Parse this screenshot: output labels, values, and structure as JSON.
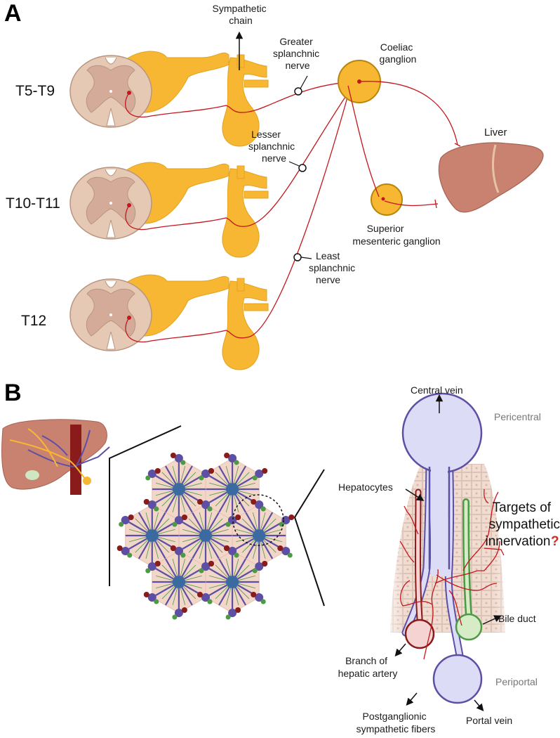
{
  "panel_a": {
    "letter": "A",
    "segments": [
      "T5-T9",
      "T10-T11",
      "T12"
    ],
    "sympathetic_chain": [
      "Sympathetic",
      "chain"
    ],
    "greater_splanchnic": [
      "Greater",
      "splanchnic",
      "nerve"
    ],
    "lesser_splanchnic": [
      "Lesser",
      "splanchnic",
      "nerve"
    ],
    "least_splanchnic": [
      "Least",
      "splanchnic",
      "nerve"
    ],
    "coeliac_ganglion": [
      "Coeliac",
      "ganglion"
    ],
    "liver": "Liver",
    "superior_mesenteric_ganglion": [
      "Superior",
      "mesenteric ganglion"
    ]
  },
  "panel_b": {
    "letter": "B",
    "central_vein": "Central vein",
    "pericentral": "Pericentral",
    "hepatocytes": "Hepatocytes",
    "targets": [
      "Targets of",
      "sympathetic",
      "innervation"
    ],
    "question_mark": "?",
    "bile_duct": "Bile duct",
    "branch_hepatic_artery": [
      "Branch of",
      "hepatic artery"
    ],
    "periportal": "Periportal",
    "postganglionic": [
      "Postganglionic",
      "sympathetic fibers"
    ],
    "portal_vein": "Portal vein"
  },
  "colors": {
    "nerve_yellow": "#f7b733",
    "fiber_red": "#c4161c",
    "cord_tan": "#e3c3b0",
    "liver_brown": "#c98270",
    "vein_blue": "#5d4fa3",
    "vein_fill": "#dcdcf7",
    "bile_green": "#4c9a45",
    "artery_red": "#8a1b1b"
  }
}
